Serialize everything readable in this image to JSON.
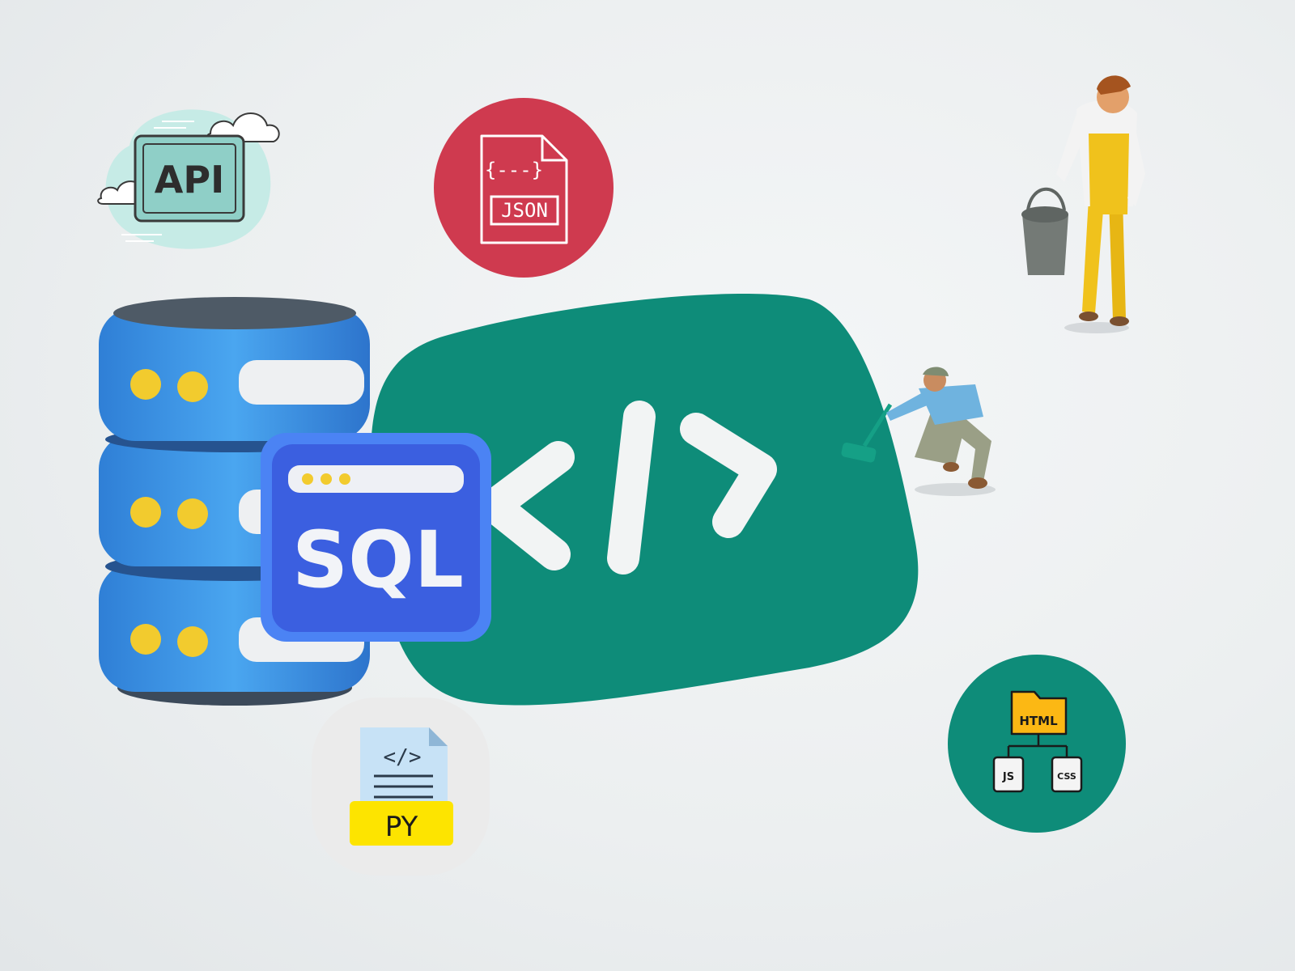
{
  "labels": {
    "api": "API",
    "json": "JSON",
    "json_braces": "{---}",
    "sql": "SQL",
    "code_symbol": "</>",
    "py": "PY",
    "html": "HTML",
    "js": "JS",
    "css": "CSS"
  },
  "icons": {
    "api": "api-cloud-icon",
    "json": "json-file-icon",
    "database": "database-server-icon",
    "sql": "sql-window-icon",
    "code": "code-brackets-icon",
    "python": "python-file-icon",
    "web": "html-js-css-tree-icon",
    "painter": "miniature-painter-figure",
    "worker": "miniature-worker-bucket-figure"
  },
  "colors": {
    "green": "#0e8c79",
    "json_red": "#cf3a4f",
    "sql_blue": "#3b5fe0",
    "db_blue": "#3f9be8",
    "py_yellow": "#fde400",
    "html_orange": "#fcb814"
  }
}
